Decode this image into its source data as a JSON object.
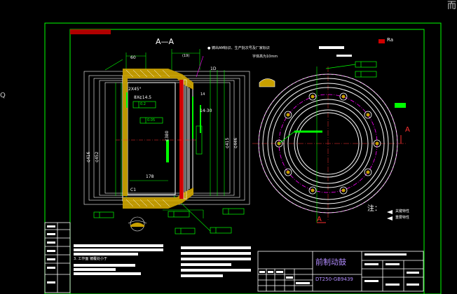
{
  "drawing": {
    "section_label": "A—A",
    "view_marker_right": "A",
    "view_marker_bottom": "A",
    "title_cn": "前制动鼓",
    "drawing_number": "DT250-GB9439",
    "top_corner_glyph": "而",
    "left_edge_glyph": "Q",
    "roughness_label": "Ra",
    "notes_heading": "注：",
    "legend": [
      {
        "text": "关键特性"
      },
      {
        "text": "重要特性"
      }
    ],
    "top_note_1": "● 铸出AM标识、生产批次号及厂家标识",
    "top_note_2": "字体高为10mm",
    "tech_req_line": "3. 工作面 镀覆处小于",
    "dims": {
      "width_60": "60",
      "width_small": "(19)",
      "chamfer": "2X45°",
      "holes": "8X¢14.5",
      "pos": "0.2",
      "flat": "0.05",
      "d_380": "¢380",
      "d_416": "¢416",
      "d_452": "¢452",
      "d_446": "¢446",
      "d_415": "¢415",
      "ring_14": "14",
      "len_178": "178",
      "c1": "C1",
      "frame_mark": "1D",
      "thread": "14-30"
    }
  }
}
